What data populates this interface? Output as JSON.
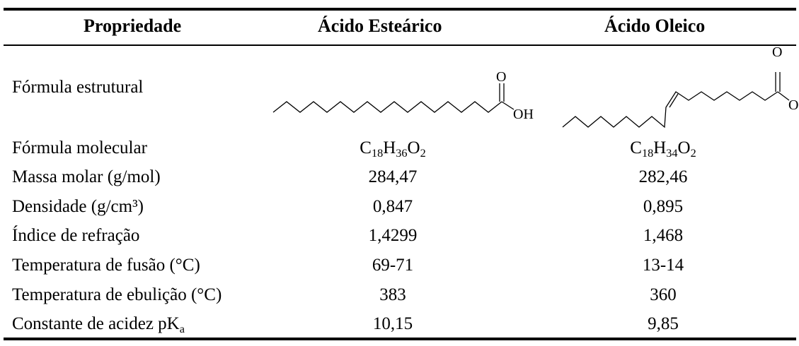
{
  "header": {
    "col_property": "Propriedade",
    "col_stearic": "Ácido Esteárico",
    "col_oleic": "Ácido Oleico"
  },
  "rows": {
    "structural": {
      "label": "Fórmula estrutural",
      "o_label": "O",
      "oh_label": "OH"
    },
    "molecular": {
      "label": "Fórmula molecular",
      "stearic": {
        "p1": "C",
        "s1": "18",
        "p2": "H",
        "s2": "36",
        "p3": "O",
        "s3": "2"
      },
      "oleic": {
        "p1": "C",
        "s1": "18",
        "p2": "H",
        "s2": "34",
        "p3": "O",
        "s3": "2"
      }
    },
    "molar_mass": {
      "label": "Massa molar (g/mol)",
      "stearic": "284,47",
      "oleic": "282,46"
    },
    "density": {
      "label": "Densidade (g/cm³)",
      "stearic": "0,847",
      "oleic": "0,895"
    },
    "refraction": {
      "label": "Índice de refração",
      "stearic": "1,4299",
      "oleic": "1,468"
    },
    "melting": {
      "label": "Temperatura de fusão (°C)",
      "stearic": "69-71",
      "oleic": "13-14"
    },
    "boiling": {
      "label": "Temperatura de ebulição (°C)",
      "stearic": "383",
      "oleic": "360"
    },
    "pka": {
      "label_main": "Constante de acidez pK",
      "label_sub": "a",
      "stearic": "10,15",
      "oleic": "9,85"
    }
  }
}
